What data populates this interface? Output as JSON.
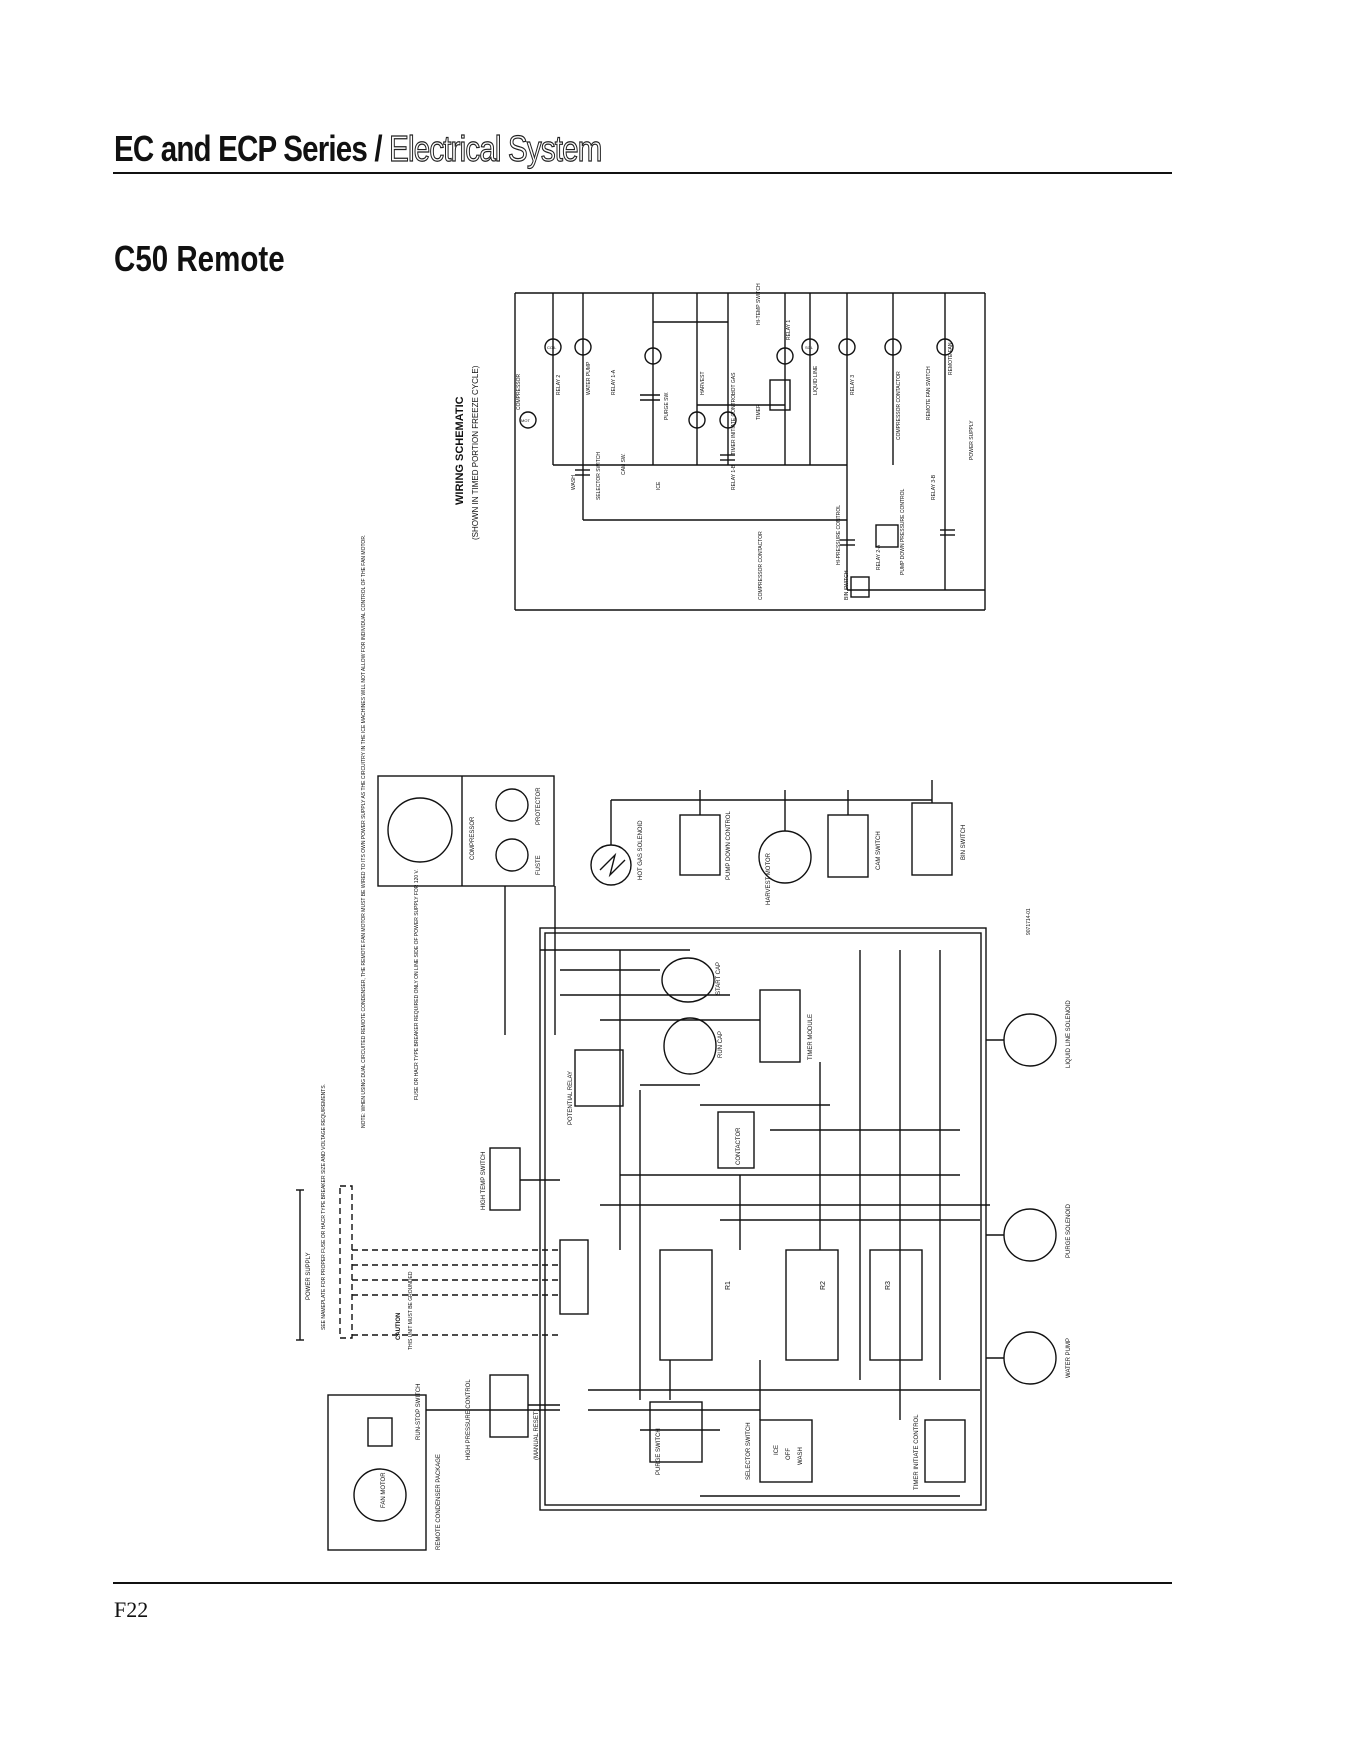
{
  "header": {
    "series": "EC and ECP Series",
    "separator": " / ",
    "topic": "Electrical System"
  },
  "section_title": "C50 Remote",
  "page_number": "F22",
  "schematic": {
    "title": "WIRING SCHEMATIC",
    "subtitle": "(SHOWN IN TIMED PORTION FREEZE CYCLE)",
    "labels": {
      "compressor": "COMPRESSOR",
      "relay2": "RELAY 2",
      "water_pump": "WATER PUMP",
      "relay1a": "RELAY 1-A",
      "purge_sw": "PURGE SW.",
      "harvest": "HARVEST",
      "hot_gas": "HOT GAS",
      "timer": "TIMER",
      "liquid_line": "LIQUID LINE",
      "relay3": "RELAY 3",
      "compressor_contactor": "COMPRESSOR CONTACTOR",
      "remote_fan": "REMOTE FAN",
      "hi_temp_switch": "HI-TEMP SWITCH",
      "relay1": "RELAY 1",
      "cam_sw": "CAM SW.",
      "selector_switch": "SELECTOR SWITCH",
      "wash": "WASH",
      "ice": "ICE",
      "relay_1b": "RELAY 1-B",
      "timer_initiate": "TIMER INITIATE CONTROL",
      "hi_pressure": "HI-PRESSURE CONTROL",
      "relay_2a": "RELAY 2-A",
      "relay_3b": "RELAY 3-B",
      "pump_down": "PUMP DOWN PRESSURE CONTROL",
      "bin_switch": "BIN SWITCH",
      "comp_contactor2": "COMPRESSOR CONTACTOR",
      "power_supply": "POWER SUPPLY",
      "remote_fan_switch": "REMOTE FAN SWITCH",
      "mot": "MOT",
      "coil": "COIL",
      "sol": "SOL"
    }
  },
  "wiring": {
    "compressor": "COMPRESSOR",
    "protector": "PROTECTOR",
    "fuste": "FUSTE",
    "hot_gas_solenoid": "HOT GAS SOLENOID",
    "pump_down_control": "PUMP DOWN CONTROL",
    "harvest_motor": "HARVEST MOTOR",
    "cam_switch": "CAM SWITCH",
    "bin_switch": "BIN SWITCH",
    "start_cap": "START CAP",
    "run_cap": "RUN CAP",
    "potential_relay": "POTENTIAL RELAY",
    "timer_module": "TIMER MODULE",
    "contactor": "CONTACTOR",
    "high_temp_switch": "HIGH TEMP SWITCH",
    "liquid_line_solenoid": "LIQUID LINE SOLENOID",
    "purge_solenoid": "PURGE SOLENOID",
    "water_pump": "WATER PUMP",
    "high_pressure_control": "HIGH PRESSURE CONTROL",
    "manual_reset": "(MANUAL RESET)",
    "purge_switch": "PURGE SWITCH",
    "selector_switch": "SELECTOR SWITCH",
    "timer_initiate_control": "TIMER INITIATE CONTROL",
    "fan_motor": "FAN MOTOR",
    "run_stop_switch": "RUN-STOP SWITCH",
    "remote_condenser_package": "REMOTE CONDENSER PACKAGE",
    "power_supply": "POWER SUPPLY",
    "nameplate_note": "SEE NAMEPLATE FOR PROPER FUSE OR HACR TYPE BREAKER SIZE AND VOLTAGE REQUIREMENTS.",
    "caution": "CAUTION",
    "grounded": "THIS UNIT MUST BE GROUNDED",
    "note_dual": "NOTE: WHEN USING DUAL CIRCUITED REMOTE CONDENSER, THE REMOTE FAN MOTOR MUST BE WIRED TO ITS OWN POWER SUPPLY AS THE CIRCUITRY IN THE ICE MACHINES WILL NOT ALLOW FOR INDIVIDUAL CONTROL OF THE FAN MOTOR.",
    "note_fuse": "FUSE OR HACR TYPE BREAKER REQUIRED ONLY ON LINE SIDE OF POWER SUPPLY FOR 120 V.",
    "part_no": "9071714-01",
    "r1": "R1",
    "r2": "R2",
    "r3": "R3",
    "ice": "ICE",
    "off": "OFF",
    "wash": "WASH"
  }
}
